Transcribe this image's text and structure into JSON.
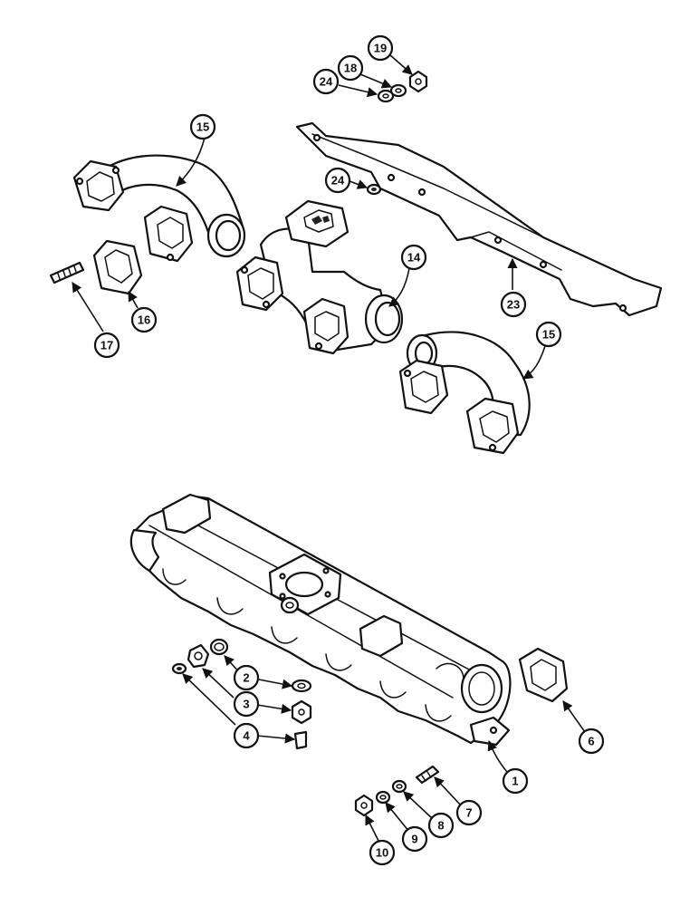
{
  "callouts": [
    {
      "id": "c19",
      "label": "19"
    },
    {
      "id": "c18",
      "label": "18"
    },
    {
      "id": "c24a",
      "label": "24"
    },
    {
      "id": "c15a",
      "label": "15"
    },
    {
      "id": "c24b",
      "label": "24"
    },
    {
      "id": "c14",
      "label": "14"
    },
    {
      "id": "c16",
      "label": "16"
    },
    {
      "id": "c17",
      "label": "17"
    },
    {
      "id": "c23",
      "label": "23"
    },
    {
      "id": "c15b",
      "label": "15"
    },
    {
      "id": "c2",
      "label": "2"
    },
    {
      "id": "c3",
      "label": "3"
    },
    {
      "id": "c4",
      "label": "4"
    },
    {
      "id": "c6",
      "label": "6"
    },
    {
      "id": "c1",
      "label": "1"
    },
    {
      "id": "c7",
      "label": "7"
    },
    {
      "id": "c8",
      "label": "8"
    },
    {
      "id": "c9",
      "label": "9"
    },
    {
      "id": "c10",
      "label": "10"
    }
  ]
}
